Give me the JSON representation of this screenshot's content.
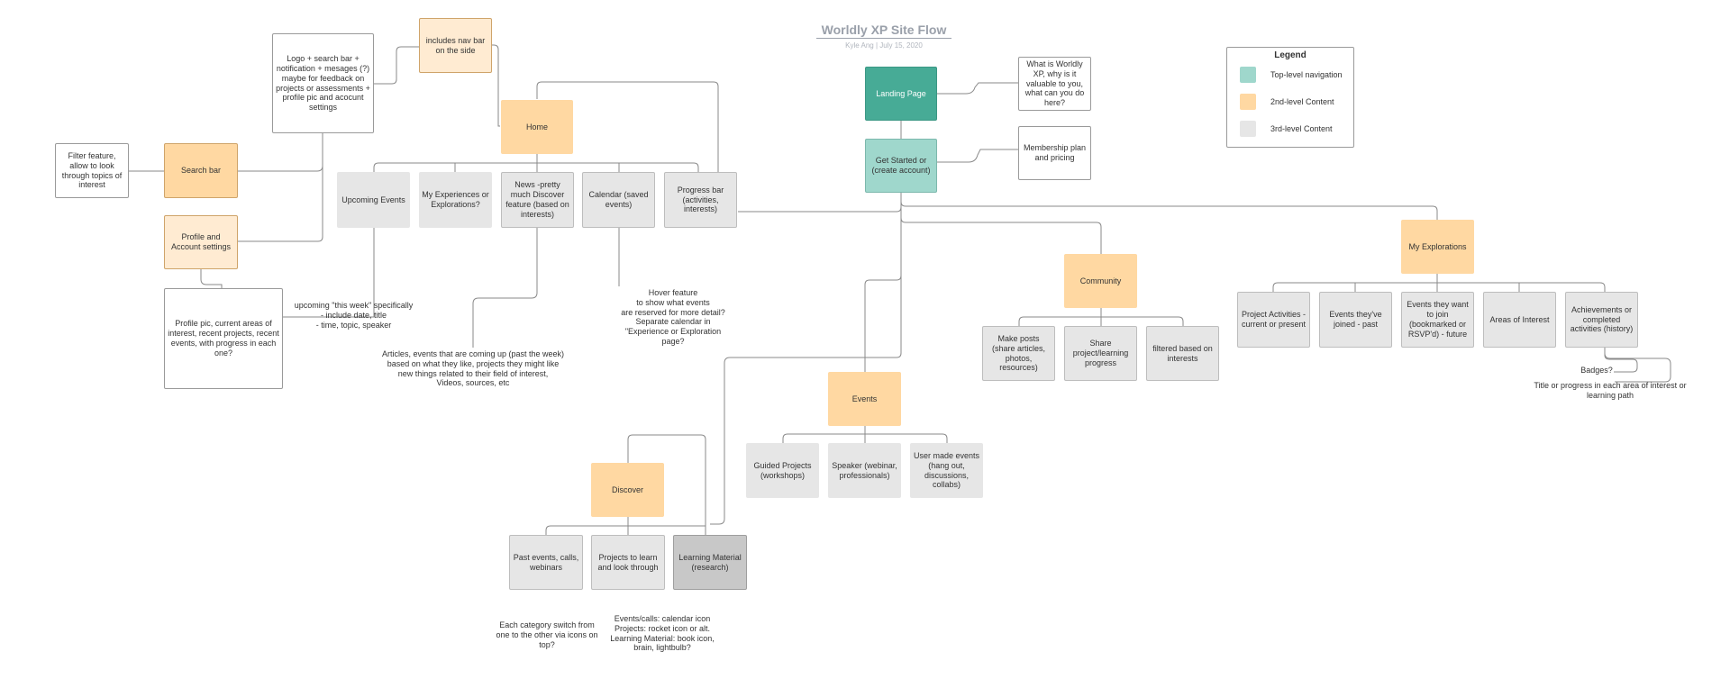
{
  "title": "Worldly XP Site Flow",
  "subtitle": "Kyle Ang  |  July 15, 2020",
  "legend": {
    "title": "Legend",
    "items": [
      {
        "label": "Top-level navigation",
        "color": "#9fd7cc"
      },
      {
        "label": "2nd-level Content",
        "color": "#ffd8a2"
      },
      {
        "label": "3rd-level Content",
        "color": "#e6e6e6"
      }
    ]
  },
  "nodes": {
    "landing_page": "Landing Page",
    "get_started": "Get Started or (create account)",
    "landing_note": "What is Worldly XP, why is it valuable to you, what can you do here?",
    "membership_note": "Membership plan and pricing",
    "home": "Home",
    "nav_bar_note": "includes nav bar on the side",
    "header_note": "Logo + search bar + notification + mesages (?) maybe for feedback on projects or assessments + profile pic and acocunt settings",
    "search_bar": "Search bar",
    "filter_note": "Filter feature, allow to look through topics of interest",
    "profile_settings": "Profile and Account settings",
    "profile_note": "Profile pic, current areas of interest, recent projects, recent events, with progress in each one?",
    "upcoming_events": "Upcoming Events",
    "my_experiences": "My Experiences or Explorations?",
    "news": "News -pretty much Discover feature (based on interests)",
    "calendar": "Calendar (saved events)",
    "progress_bar": "Progress bar (activities, interests)",
    "community": "Community",
    "make_posts": "Make posts (share articles, photos, resources)",
    "share_progress": "Share project/learning progress",
    "filtered_interests": "filtered based on interests",
    "my_explorations": "My Explorations",
    "project_activities": "Project Activities - current or present",
    "events_joined": "Events they've joined - past",
    "events_want": "Events they want to join (bookmarked or RSVP'd) - future",
    "areas_interest": "Areas of Interest",
    "achievements": "Achievements or completed activities (history)",
    "events": "Events",
    "guided_projects": "Guided Projects (workshops)",
    "speaker": "Speaker (webinar, professionals)",
    "user_events": "User made events (hang out, discussions, collabs)",
    "discover": "Discover",
    "past_events": "Past events, calls, webinars",
    "projects_learn": "Projects to learn and look through",
    "learning_material": "Learning Material (research)"
  },
  "annotations": {
    "upcoming_note": "upcoming \"this week\" specifically\n- include date, title\n- time, topic, speaker",
    "articles_note": "Articles, events that are coming up (past the week)\nbased on what they like, projects they might like\nnew things related to their field of interest,\nVideos, sources, etc",
    "hover_note": "Hover feature\nto show what events\nare reserved for more detail?\nSeparate calendar in\n\"Experience or Exploration\npage?",
    "badges_note": "Badges?",
    "title_progress_note": "Title or progress in each area of interest or\nlearning path",
    "category_switch_note": "Each category switch from\none to the other via icons on\ntop?",
    "icons_note": "Events/calls: calendar icon\nProjects: rocket icon or alt.\nLearning Material: book icon,\nbrain, lightbulb?"
  }
}
